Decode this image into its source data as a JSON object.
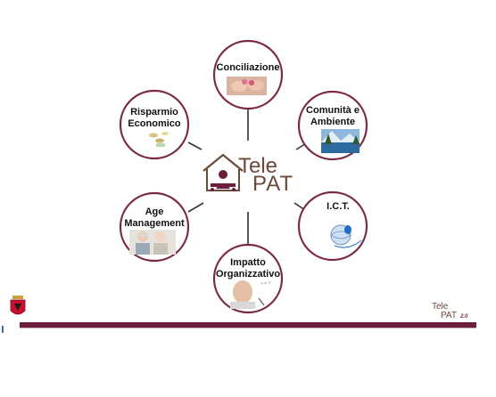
{
  "center_logo": {
    "word1": "Tele",
    "word2": "PAT"
  },
  "nodes": [
    {
      "id": "conciliazione",
      "lines": [
        "Conciliazione"
      ],
      "icon": "hands-photo"
    },
    {
      "id": "comunita",
      "lines": [
        "Comunità e",
        "Ambiente"
      ],
      "icon": "lake-mountain-photo"
    },
    {
      "id": "ict",
      "lines": [
        "I.C.T."
      ],
      "icon": "globe-mouse-icon"
    },
    {
      "id": "impatto",
      "lines": [
        "Impatto",
        "Organizzativo"
      ],
      "icon": "man-thinking-photo"
    },
    {
      "id": "age",
      "lines": [
        "Age",
        "Management"
      ],
      "icon": "elderly-couple-photo"
    },
    {
      "id": "risparmio",
      "lines": [
        "Risparmio",
        "Economico"
      ],
      "icon": "coins-icon"
    }
  ],
  "footer": {
    "tele": "Tele",
    "pat": "PAT",
    "version": "2.0"
  },
  "colors": {
    "accent": "#7a2a45",
    "bar": "#6b1f3c",
    "logo": "#6b4a3a"
  }
}
